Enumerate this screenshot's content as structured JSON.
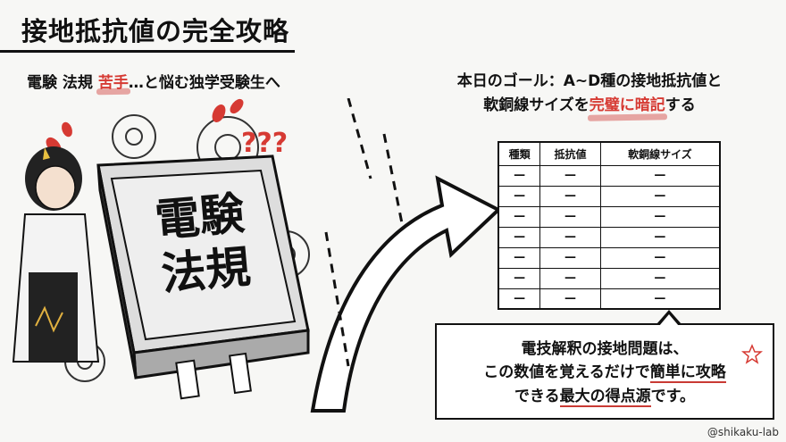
{
  "title": "接地抵抗値の完全攻略",
  "subtitle_left": {
    "part1": "電験 法規 ",
    "highlight": "苦手",
    "part2": "…と悩む独学受験生へ"
  },
  "goal": {
    "line1": "本日のゴール：A~D種の接地抵抗値と",
    "line2_part1": "軟銅線サイズを",
    "line2_highlight": "完璧に暗記",
    "line2_part2": "する"
  },
  "book": {
    "title_line1": "電験",
    "title_line2": "法規"
  },
  "question_marks": "???",
  "table": {
    "headers": [
      "種類",
      "抵抗値",
      "軟銅線サイズ"
    ],
    "rows": [
      [
        "—",
        "—",
        "—"
      ],
      [
        "—",
        "—",
        "—"
      ],
      [
        "—",
        "—",
        "—"
      ],
      [
        "—",
        "—",
        "—"
      ],
      [
        "—",
        "—",
        "—"
      ],
      [
        "—",
        "—",
        "—"
      ],
      [
        "—",
        "—",
        "—"
      ]
    ]
  },
  "callout": {
    "line1": "電技解釈の接地問題は、",
    "line2_part1": "この数値を覚えるだけで",
    "line2_underline": "簡単に攻略",
    "line3_part1": "できる",
    "line3_underline": "最大の得点源",
    "line3_part2": "です。"
  },
  "watermark": "@shikaku-lab",
  "colors": {
    "accent": "#d63a33",
    "ink": "#111111",
    "highlight": "#e08a86"
  }
}
